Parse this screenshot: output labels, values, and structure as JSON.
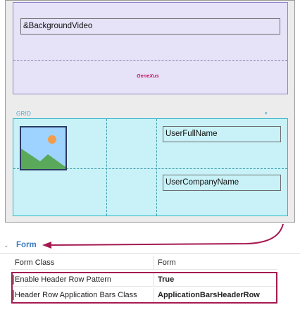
{
  "designer": {
    "video_section": {
      "field_text": "&BackgroundVideo",
      "logo_text": "GeneXus"
    },
    "grid_section": {
      "title": "GRID",
      "collapse_glyph": "▾",
      "image_icon": "image-placeholder-icon",
      "user_name_field": "UserFullName",
      "user_company_field": "UserCompanyName"
    }
  },
  "properties": {
    "section_title": "Form",
    "chevron_glyph": "⌄",
    "rows": [
      {
        "name": "Form Class",
        "value": "Form",
        "bold": false
      },
      {
        "name": "Enable Header Row Pattern",
        "value": "True",
        "bold": true
      },
      {
        "name": "Header Row Application Bars Class",
        "value": "ApplicationBarsHeaderRow",
        "bold": true
      }
    ]
  },
  "colors": {
    "video_bg": "#e6e2f8",
    "grid_bg": "#c8f2f7",
    "accent_callout": "#a51a52",
    "section_title": "#3e7fc1",
    "changed_marker": "#4caf50"
  }
}
